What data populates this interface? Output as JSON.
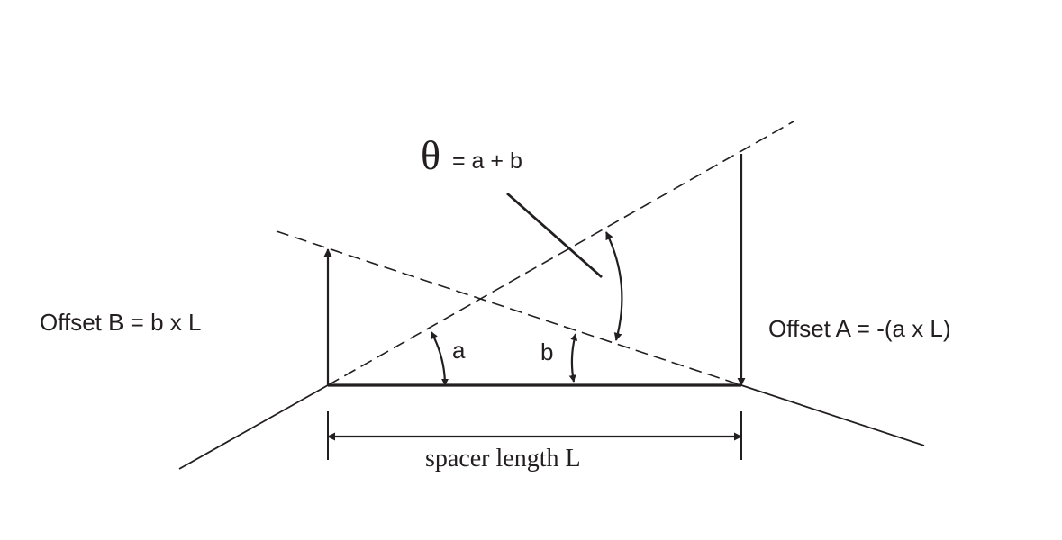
{
  "theta_symbol": "θ",
  "theta_formula": "= a + b",
  "angle_a_label": "a",
  "angle_b_label": "b",
  "offset_b_label": "Offset B = b x L",
  "offset_a_label": "Offset A = -(a x L)",
  "spacer_label": "spacer length L",
  "colors": {
    "ink": "#231f20",
    "background": "#ffffff"
  }
}
